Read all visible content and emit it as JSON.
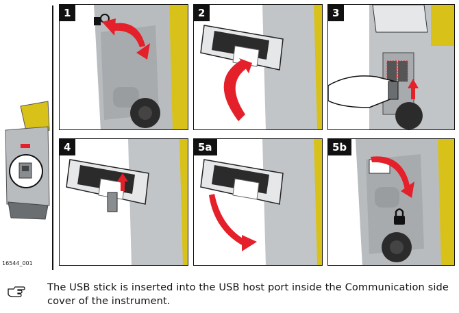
{
  "figure": {
    "number": "16544_001",
    "steps": [
      {
        "label": "1"
      },
      {
        "label": "2"
      },
      {
        "label": "3"
      },
      {
        "label": "4"
      },
      {
        "label": "5a"
      },
      {
        "label": "5b"
      }
    ]
  },
  "note": {
    "icon": "pointing-hand-icon",
    "text": "The USB stick is inserted into the USB host port inside the Communication side cover of the instrument."
  },
  "colors": {
    "arrow_red": "#e4202a",
    "instrument_yellow": "#d8c21a",
    "instrument_gray": "#b9bcbf",
    "frame_black": "#111111"
  }
}
